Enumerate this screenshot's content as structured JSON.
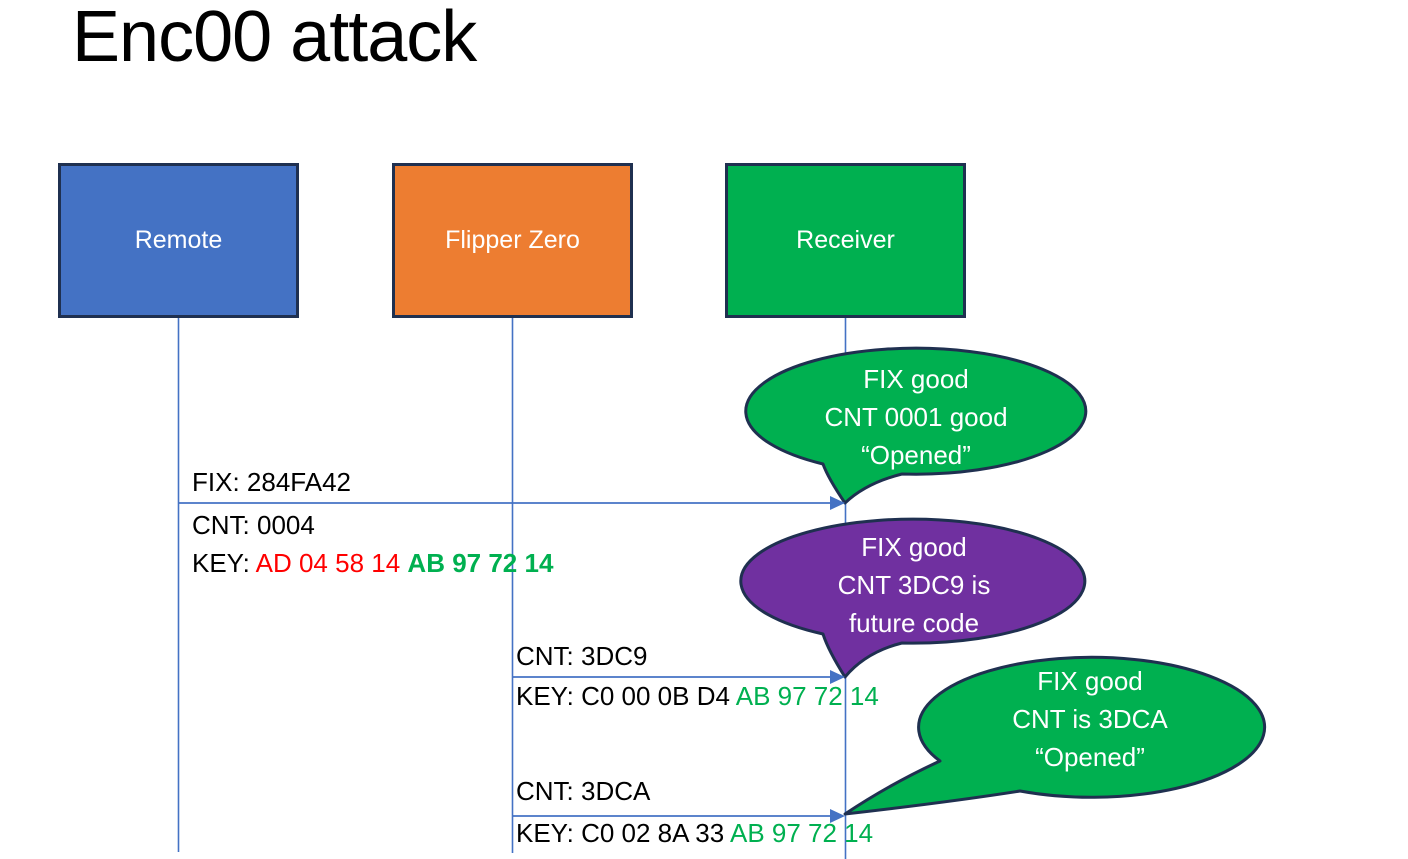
{
  "title": "Enc00 attack",
  "actors": [
    {
      "id": "remote",
      "label": "Remote"
    },
    {
      "id": "flipper",
      "label": "Flipper Zero"
    },
    {
      "id": "receiver",
      "label": "Receiver"
    }
  ],
  "messages": [
    {
      "from": "remote",
      "to": "receiver",
      "fix": "FIX: 284FA42",
      "cnt": "CNT: 0004",
      "key_prefix": "KEY:",
      "key_variable": "AD 04 58 14",
      "key_fixed": "AB 97 72 14"
    },
    {
      "from": "flipper",
      "to": "receiver",
      "cnt": "CNT: 3DC9",
      "key_prefix": "KEY:",
      "key_variable": "C0 00 0B D4",
      "key_fixed": "AB 97 72 14"
    },
    {
      "from": "flipper",
      "to": "receiver",
      "cnt": "CNT: 3DCA",
      "key_prefix": "KEY:",
      "key_variable": "C0 02 8A 33",
      "key_fixed": "AB 97 72 14"
    }
  ],
  "callouts": [
    {
      "lines": [
        "FIX good",
        "CNT 0001 good",
        "“Opened”"
      ],
      "color_key": "callout_green"
    },
    {
      "lines": [
        "FIX good",
        "CNT 3DC9 is",
        "future code"
      ],
      "color_key": "callout_purple"
    },
    {
      "lines": [
        "FIX good",
        "CNT is 3DCA",
        "“Opened”"
      ],
      "color_key": "callout_green"
    }
  ],
  "colors": {
    "actor_remote": "#4472C4",
    "actor_flipper": "#ED7D31",
    "actor_receiver": "#00B050",
    "callout_green": "#00B050",
    "callout_purple": "#7030A0",
    "outline_navy": "#1F3050",
    "arrow_blue": "#4472C4",
    "key_red": "#FF0000",
    "key_green": "#00B050",
    "text_on_fill": "#FFFFFF",
    "text_black": "#000000"
  }
}
